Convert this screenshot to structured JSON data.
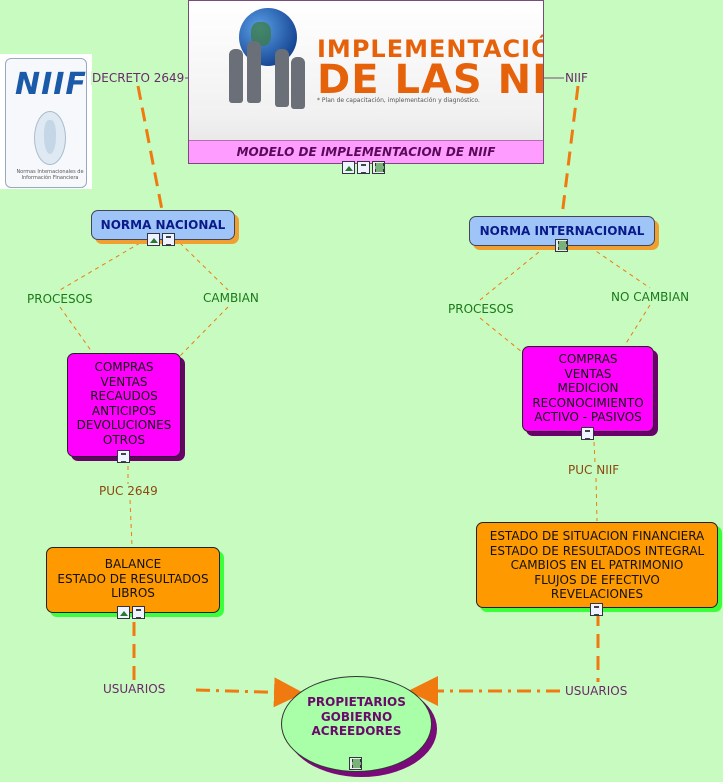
{
  "banner": {
    "title_line1": "IMPLEMENTACIÓN",
    "title_line2": "DE LAS NIIF",
    "subtitle": "* Plan de capacitación, implementación y diagnóstico.",
    "caption": "MODELO DE IMPLEMENTACION DE NIIF"
  },
  "logo": {
    "text": "NIIF",
    "tagline": "Normas Internacionales de Información Financiera"
  },
  "nodes": {
    "norma_nacional": "NORMA NACIONAL",
    "norma_internacional": "NORMA INTERNACIONAL",
    "procesos_nacional": "COMPRAS\nVENTAS\nRECAUDOS\nANTICIPOS\nDEVOLUCIONES\nOTROS",
    "procesos_internacional": "COMPRAS\nVENTAS\nMEDICION\nRECONOCIMIENTO\nACTIVO - PASIVOS",
    "estados_nacional": "BALANCE\nESTADO DE RESULTADOS\nLIBROS",
    "estados_internacional": "ESTADO DE SITUACION FINANCIERA\nESTADO DE RESULTADOS INTEGRAL\nCAMBIOS EN EL PATRIMONIO\nFLUJOS DE EFECTIVO\nREVELACIONES",
    "usuarios": "PROPIETARIOS\nGOBIERNO\nACREEDORES"
  },
  "links": {
    "decreto": "DECRETO 2649",
    "niif": "NIIF",
    "procesos_left": "PROCESOS",
    "cambian": "CAMBIAN",
    "procesos_right": "PROCESOS",
    "no_cambian": "NO CAMBIAN",
    "puc_2649": "PUC 2649",
    "puc_niif": "PUC NIIF",
    "usuarios_left": "USUARIOS",
    "usuarios_right": "USUARIOS"
  },
  "colors": {
    "background": "#c8fbc0",
    "blue_node": "#9fc5f8",
    "magenta_node": "#ff00ff",
    "orange_node": "#ff9900",
    "ellipse_node": "#a8ffa8",
    "connector": "#f07a10"
  },
  "icons": {
    "banner": [
      "image-icon",
      "document-icon",
      "film-icon"
    ],
    "norma_nacional": [
      "image-icon",
      "document-icon"
    ],
    "norma_internacional": [
      "film-icon"
    ],
    "procesos_nacional": [
      "document-icon"
    ],
    "procesos_internacional": [
      "document-icon"
    ],
    "estados_nacional": [
      "image-icon",
      "document-icon"
    ],
    "estados_internacional": [
      "document-icon"
    ],
    "usuarios": [
      "film-icon"
    ]
  }
}
